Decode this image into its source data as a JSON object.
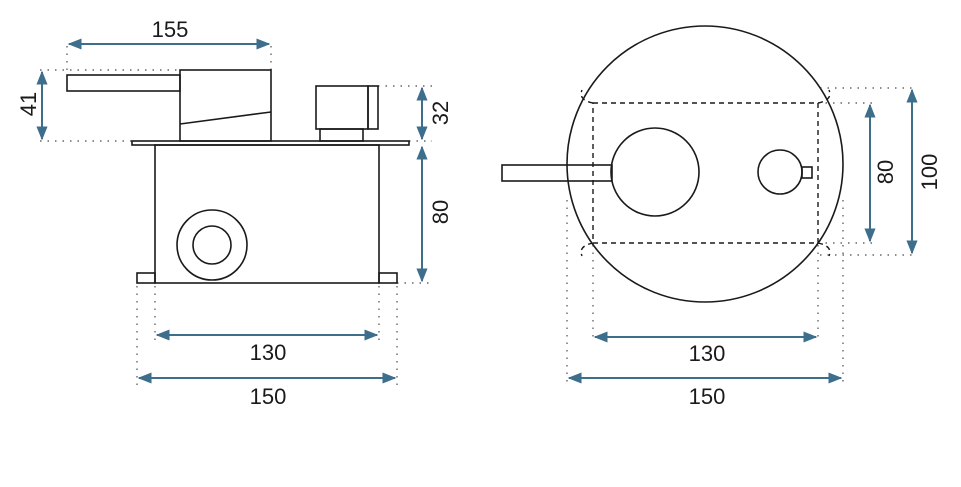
{
  "side_view": {
    "dim_width_total": "155",
    "dim_handle_height": "41",
    "dim_knob_height": "32",
    "dim_box_height": "80",
    "dim_box_width": "130",
    "dim_plate_width": "150"
  },
  "front_view": {
    "dim_inner_height": "80",
    "dim_outer_height": "100",
    "dim_inner_width": "130",
    "dim_outer_width": "150"
  },
  "colors": {
    "dimension": "#3d6e8c",
    "line": "#1a1a1a"
  }
}
